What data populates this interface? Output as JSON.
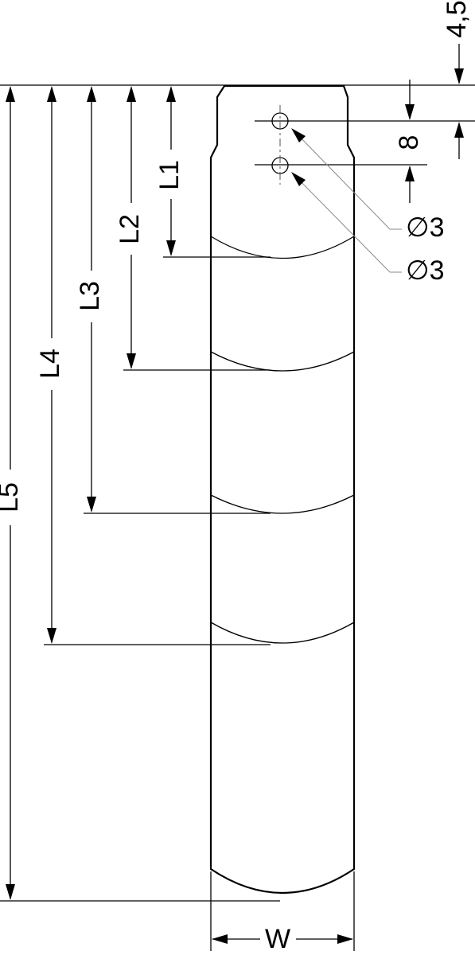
{
  "dimensions": {
    "L1": "L1",
    "L2": "L2",
    "L3": "L3",
    "L4": "L4",
    "L5": "L5",
    "W": "W",
    "top_offset": "4,5",
    "hole_spacing": "8",
    "hole_upper_dia": "∅3",
    "hole_lower_dia": "∅3"
  },
  "colors": {
    "line": "#000000",
    "leader": "#8a8a8a",
    "background": "#ffffff"
  }
}
